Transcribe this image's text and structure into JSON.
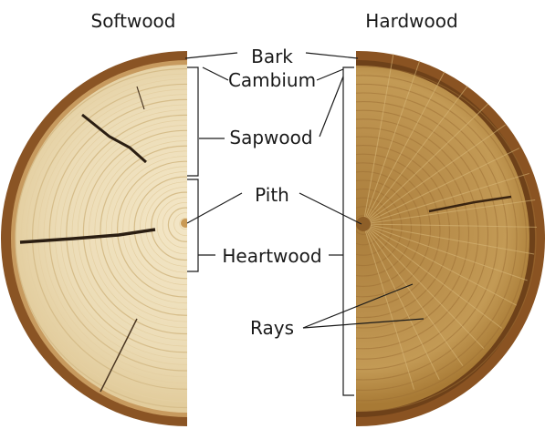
{
  "headings": {
    "left": "Softwood",
    "right": "Hardwood"
  },
  "labels": {
    "bark": "Bark",
    "cambium": "Cambium",
    "sapwood": "Sapwood",
    "pith": "Pith",
    "heartwood": "Heartwood",
    "rays": "Rays"
  },
  "colors": {
    "softwood_wood": "#ecdcb9",
    "hardwood_wood": "#b58a45",
    "bark": "#8a5424",
    "line": "#1a1a1a"
  }
}
